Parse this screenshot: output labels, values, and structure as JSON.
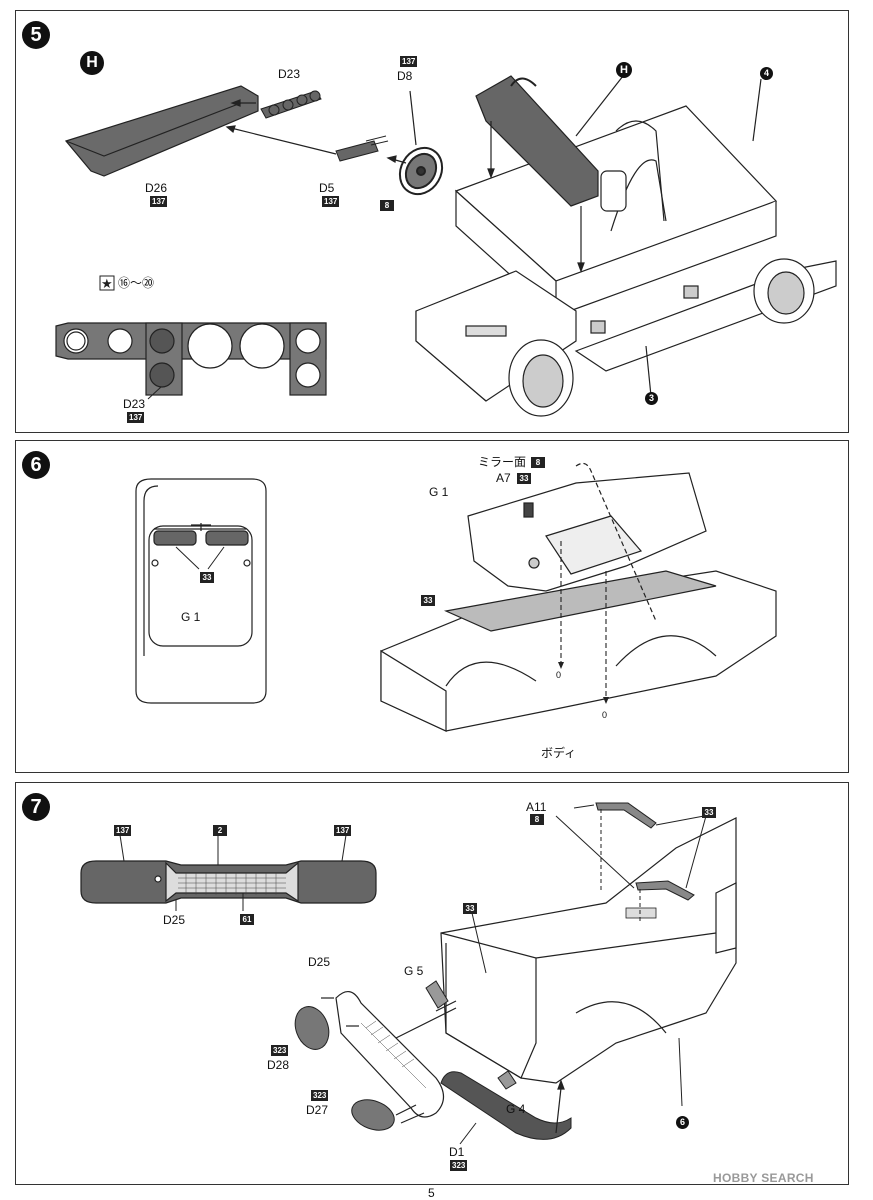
{
  "steps": [
    {
      "number": "5",
      "sub": "H",
      "labels": {
        "d23": "D23",
        "d8": "D8",
        "d8_code": "137",
        "d26": "D26",
        "d26_code": "137",
        "d5": "D5",
        "d5_code": "137",
        "wheel_code": "8",
        "star_range": "⑯～⑳",
        "gauge_d23": "D23",
        "gauge_code": "137",
        "ref3": "3",
        "ref4": "4",
        "refH": "H"
      }
    },
    {
      "number": "6",
      "labels": {
        "top_code": "33",
        "top_g1": "G 1",
        "mirror": "ミラー面",
        "mirror_code": "8",
        "a7": "A7",
        "a7_code": "33",
        "g1": "G 1",
        "body_code": "33",
        "body": "ボディ"
      }
    },
    {
      "number": "7",
      "labels": {
        "code_left": "137",
        "code_mid": "2",
        "code_right": "137",
        "d25": "D25",
        "grille_code": "61",
        "a11": "A11",
        "a11_code": "8",
        "a11_paint": "33",
        "hood_code": "33",
        "g5": "G 5",
        "d25b": "D25",
        "d28_code": "323",
        "d28": "D28",
        "d27_code": "323",
        "d27": "D27",
        "g4": "G 4",
        "d1": "D1",
        "d1_code": "323",
        "ref6": "6"
      }
    }
  ],
  "page_number": "5",
  "watermark": "HOBBY SEARCH"
}
